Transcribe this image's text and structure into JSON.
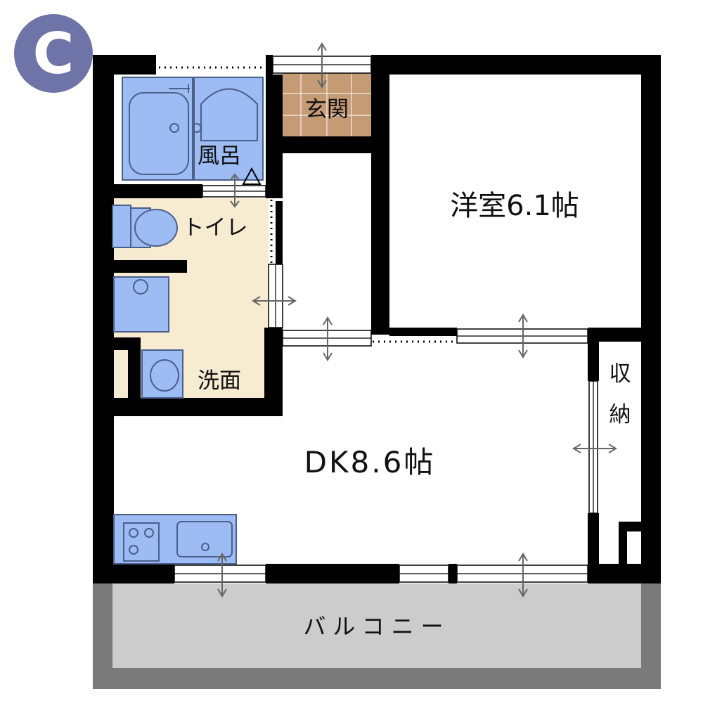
{
  "plan": {
    "type_badge": "C",
    "rooms": {
      "western_room": "洋室6.1帖",
      "dk": "DK8.6帖",
      "entrance": "玄関",
      "bath": "風呂",
      "toilet": "トイレ",
      "washroom": "洗面",
      "storage_line1": "収",
      "storage_line2": "納",
      "balcony": "バルコニー"
    }
  },
  "colors": {
    "badge": "#6e73a8",
    "wall": "#000000",
    "fixture": "#9dbcf4",
    "entrance_floor": "#c49b74",
    "wet_floor": "#f7ecd2",
    "balcony_floor": "#cccccc",
    "balcony_rail": "#7a7a7a"
  }
}
